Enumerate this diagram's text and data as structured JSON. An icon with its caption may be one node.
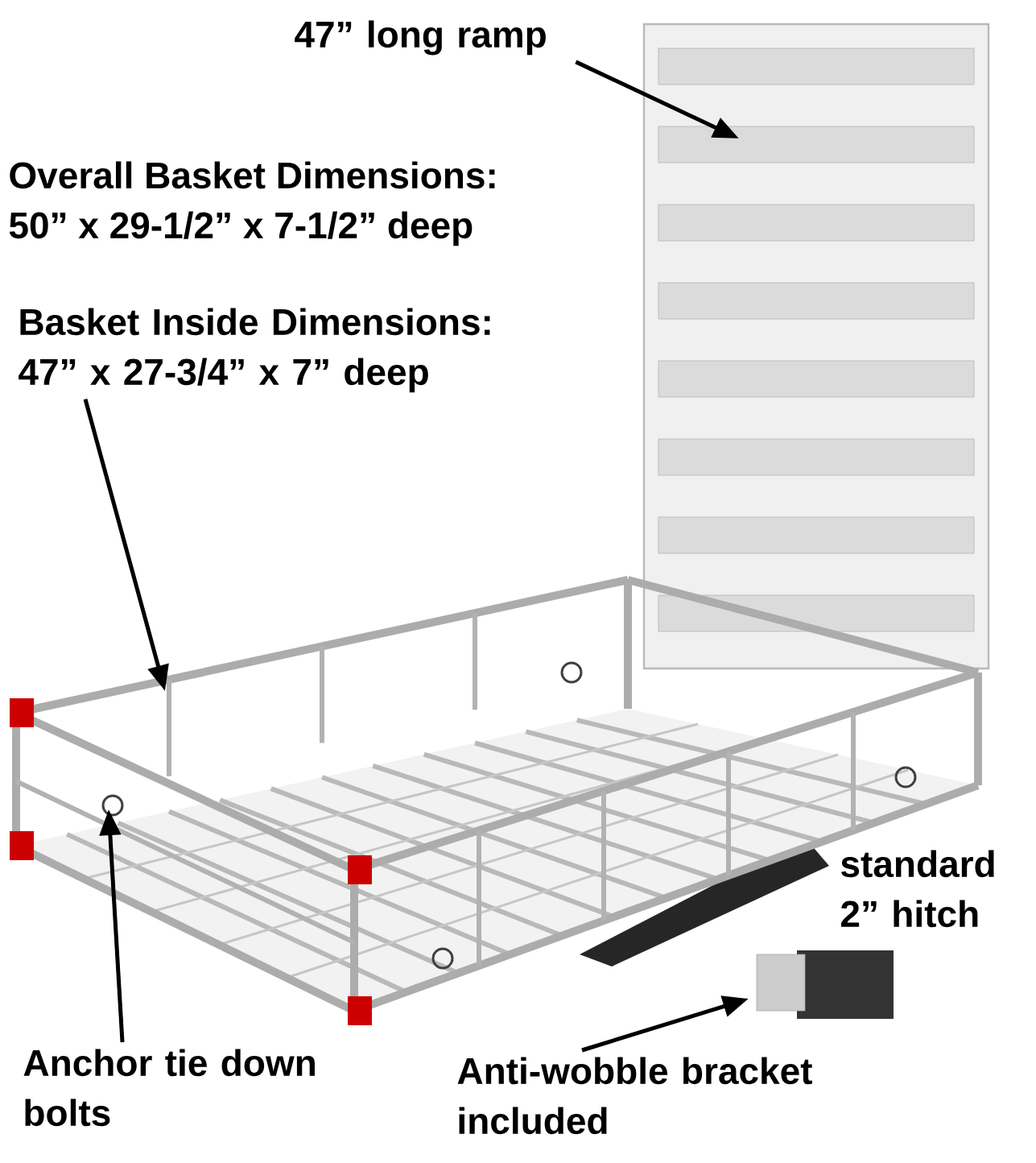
{
  "diagram": {
    "nodes": [
      {
        "text": [
          "47” long ramp"
        ]
      },
      {
        "text": [
          "Basket Inside Dimensions:",
          "47” x 27-3/4” x 7” deep"
        ]
      },
      {
        "text": [
          "Anchor tie down bolts"
        ]
      },
      {
        "text": [
          "Anti-wobble bracket included"
        ]
      }
    ],
    "edges": [
      {
        "from": 0,
        "to": null,
        "arrow": "to"
      },
      {
        "from": 1,
        "to": null,
        "arrow": "to"
      },
      {
        "from": 2,
        "to": null,
        "arrow": "to"
      },
      {
        "from": 3,
        "to": null,
        "arrow": "to"
      }
    ],
    "labels": [
      "Overall Basket Dimensions:",
      "50” x 29-1/2” x 7-1/2” deep",
      "standard 2” hitch"
    ]
  }
}
